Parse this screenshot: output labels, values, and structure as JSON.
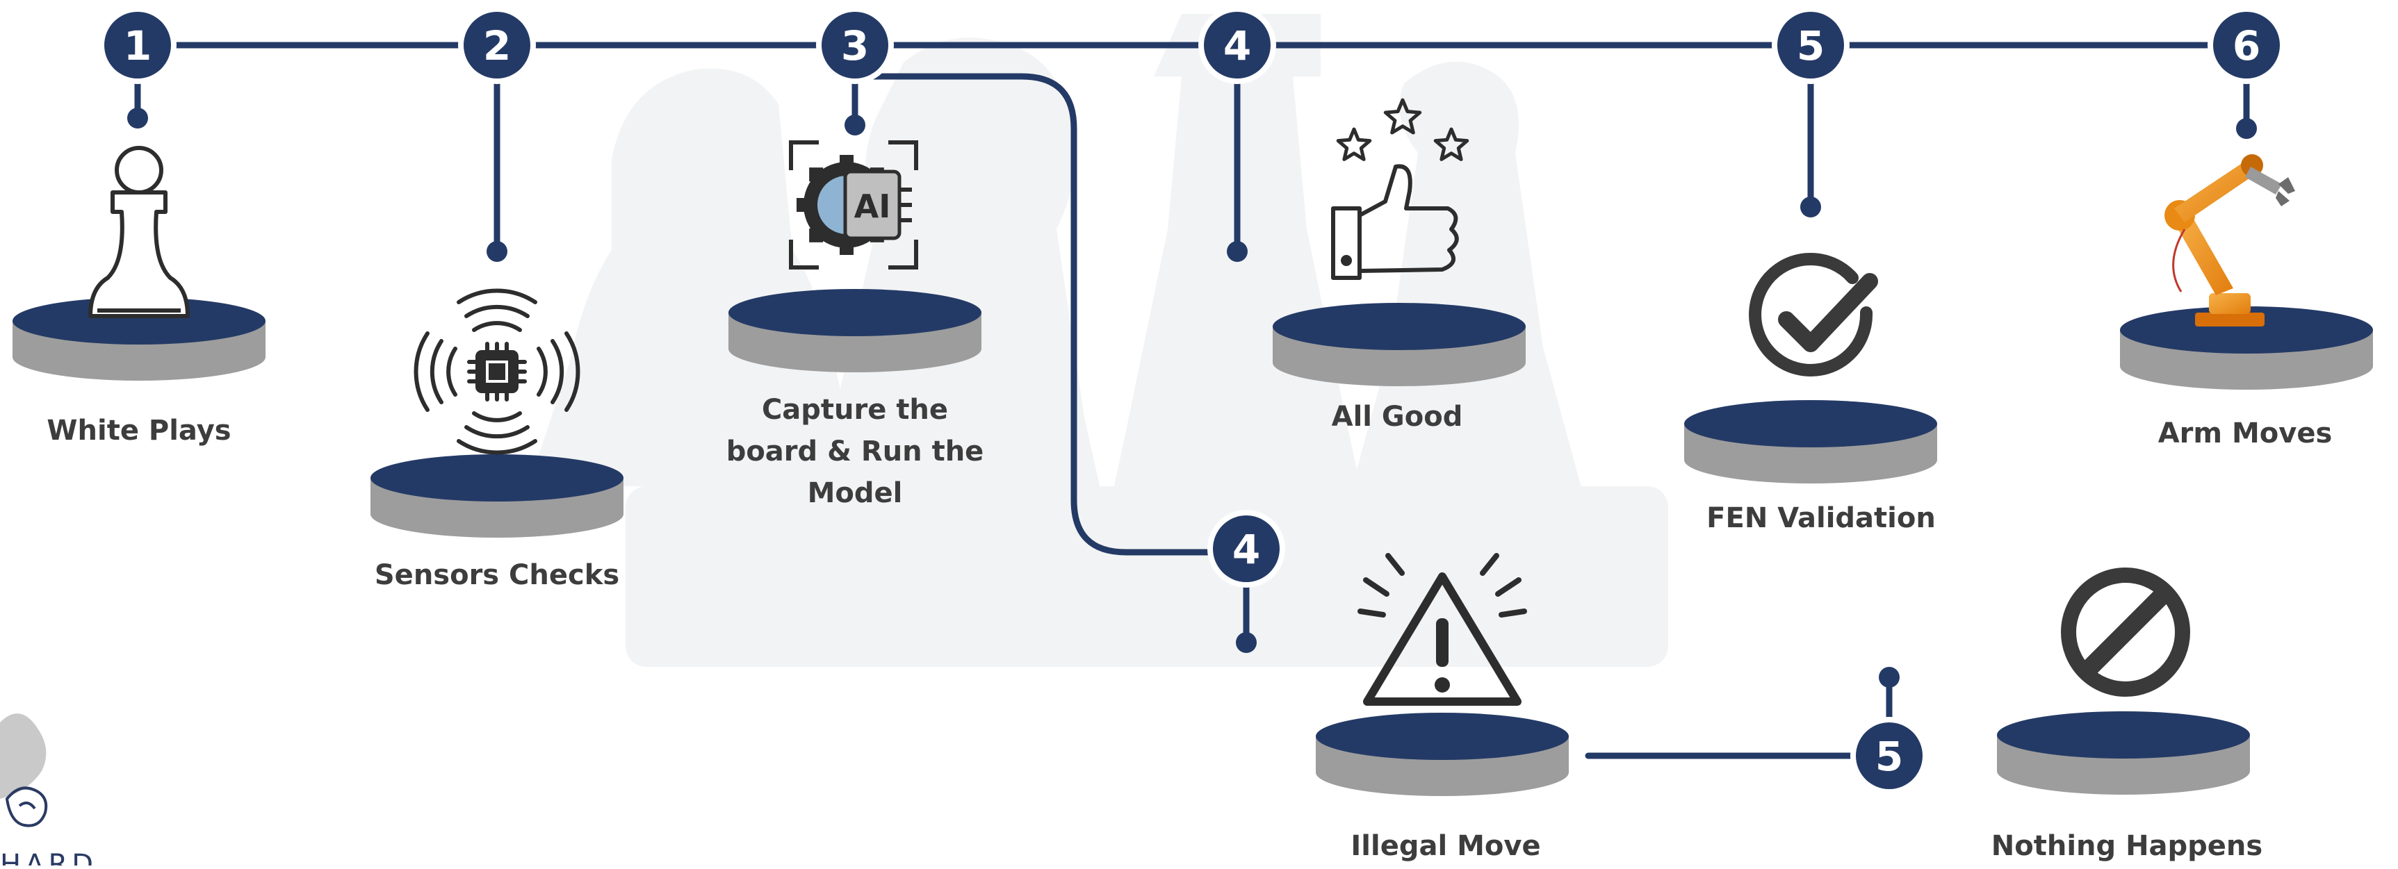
{
  "colors": {
    "navy": "#243a66",
    "gray_disc": "#9d9d9d",
    "icon_dark": "#3a3a3a",
    "robot_orange": "#f39a1f",
    "label_text": "#3d3d3d"
  },
  "steps": [
    {
      "number": "1",
      "label": "White Plays",
      "icon": "chess-pawn-icon"
    },
    {
      "number": "2",
      "label": "Sensors Checks",
      "icon": "sensor-chip-icon"
    },
    {
      "number": "3",
      "label": "Capture the board & Run the Model",
      "icon": "ai-gear-icon"
    },
    {
      "number": "4",
      "label": "All Good",
      "icon": "thumbs-up-stars-icon"
    },
    {
      "number": "5",
      "label": "FEN Validation",
      "icon": "checkmark-circle-icon"
    },
    {
      "number": "6",
      "label": "Arm Moves",
      "icon": "robot-arm-icon"
    }
  ],
  "branch": [
    {
      "number": "4",
      "label": "Illegal Move",
      "icon": "warning-icon"
    },
    {
      "number": "5",
      "label": "Nothing Happens",
      "icon": "prohibited-icon"
    }
  ],
  "logo": {
    "text": "HARD",
    "icon": "chess-logo-icon"
  }
}
